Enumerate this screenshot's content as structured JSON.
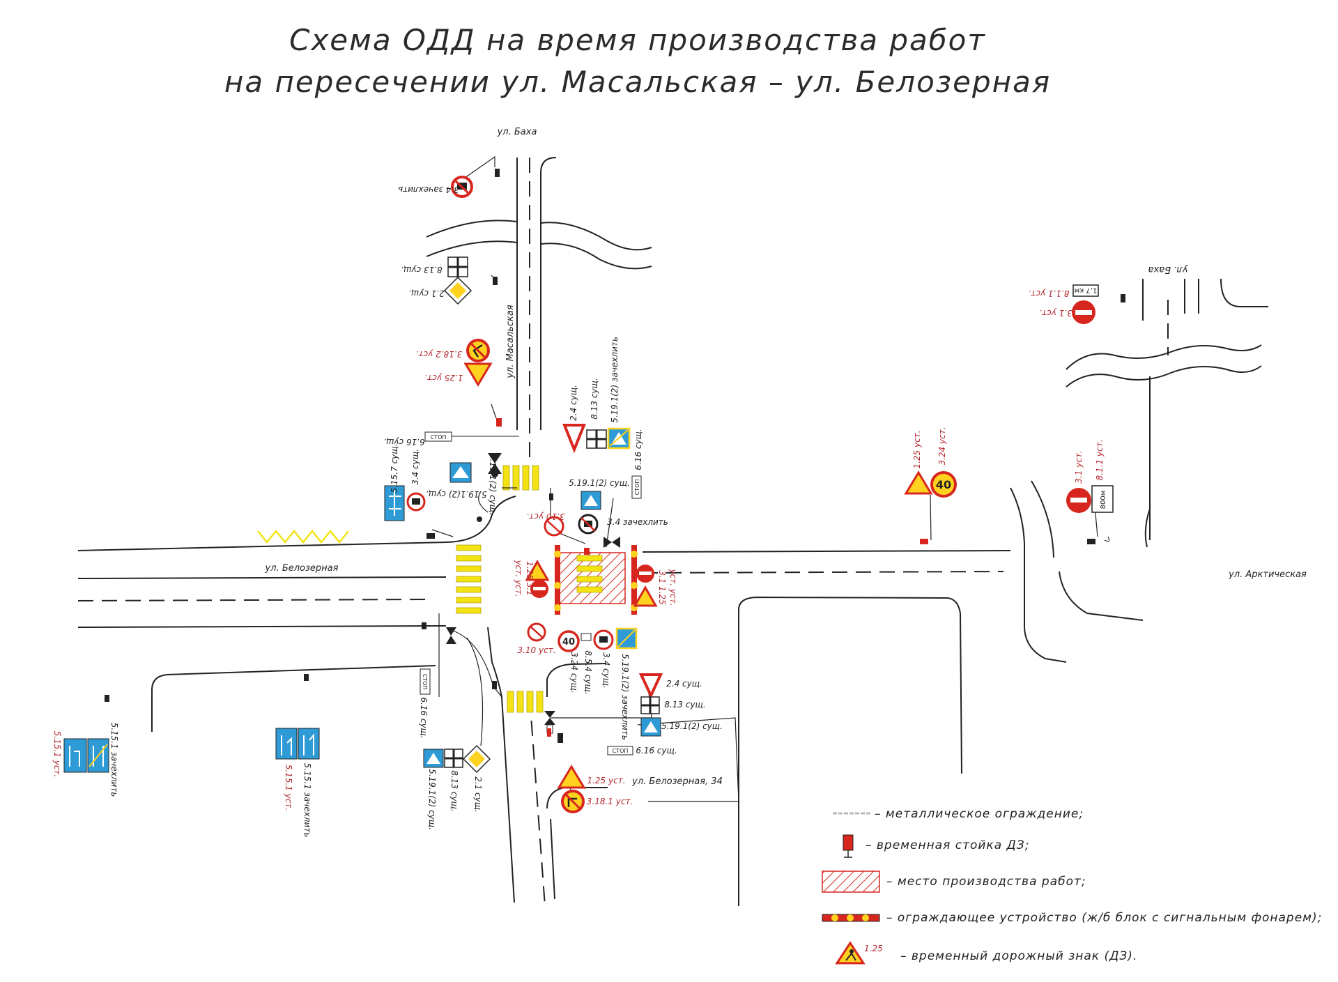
{
  "title": {
    "line1": "Схема ОДД на время производства работ",
    "line2": "на пересечении ул. Масальская – ул. Белозерная"
  },
  "streets": {
    "baha_top": "ул. Баха",
    "baha_right": "ул. Баха",
    "masalskaya": "ул. Масальская",
    "belozernaya": "ул. Белозерная",
    "arkticheskaya": "ул. Арктическая",
    "belozernaya_34": "ул. Белозерная, 34"
  },
  "sign_labels": {
    "s34_top": "3.4 зачехлить",
    "s813_top": "8.13 сущ.",
    "s21_top": "2.1 сущ.",
    "s3182_top": "3.18.2 уст.",
    "s125_top": "1.25 уст.",
    "s616_nw": "6.16 сущ.",
    "s5157": "5.15.7 сущ.",
    "s34_nw": "3.4 сущ.",
    "s5191_nw": "5.19.1(2) сущ.",
    "s24_n": "2.4 сущ.",
    "s813_n": "8.13 сущ.",
    "s5191_n_zach": "5.19.1(2) зачехлить",
    "s616_n": "6.16 сущ.",
    "s5191_n": "5.19.1(2) сущ.",
    "s310_n": "3.10 уст.",
    "s34_n_zach": "3.4 зачехлить",
    "s125_31_left": "1.25 3.1",
    "s125_31_left2": "уст. уст.",
    "s125_31_right": "3.1 1.25",
    "s125_31_right2": "уст. уст.",
    "s310_s": "3.10 уст.",
    "s324_s": "3.24 сущ.",
    "s854_s": "8.5.4 сущ.",
    "s34_s": "3.4 сущ.",
    "s5191_s_zach": "5.19.1(2) зачехлить",
    "s24_s": "2.4 сущ.",
    "s813_s": "8.13 сущ.",
    "s5191_s": "5.19.1(2) сущ.",
    "s616_s": "6.16 сущ.",
    "s125_s": "1.25 уст.",
    "s3181_s": "3.18.1 уст.",
    "s616_sw": "6.16 сущ.",
    "s5191_sw": "5.19.1(2) сущ.",
    "s813_sw": "8.13 сущ.",
    "s21_sw": "2.1 сущ.",
    "s5151_zach_mid": "5.15.1 зачехлить",
    "s5151_ust_mid": "5.15.1 уст.",
    "s5151_zach_left": "5.15.1 зачехлить",
    "s5151_ust_left": "5.15.1 уст.",
    "s125_e": "1.25 уст.",
    "s324_e": "3.24 уст.",
    "s31_e": "3.1 уст.",
    "s811_e": "8.1.1 уст.",
    "s31_ne": "3.1 уст.",
    "s811_ne": "8.1.1 уст."
  },
  "sign_texts": {
    "speed": "40",
    "km": "1,7 км",
    "dist": "800м",
    "stop": "СТОП",
    "legend_num": "1.25"
  },
  "legend": [
    {
      "icon": "metal-fence-icon",
      "text": "– металлическое ограждение;"
    },
    {
      "icon": "temp-post-icon",
      "text": "– временная стойка ДЗ;"
    },
    {
      "icon": "work-area-icon",
      "text": "– место производства работ;"
    },
    {
      "icon": "barrier-icon",
      "text": "– ограждающее устройство (ж/б блок с сигнальным фонарем);"
    },
    {
      "icon": "temp-sign-icon",
      "text": "– временный дорожный знак (ДЗ)."
    }
  ],
  "colors": {
    "road_line": "#222222",
    "sign_red": "#d7261e",
    "sign_yellow": "#ffd21f",
    "sign_blue": "#2e9bd6",
    "crosswalk": "#f4e312",
    "label_red": "#b5282e"
  }
}
